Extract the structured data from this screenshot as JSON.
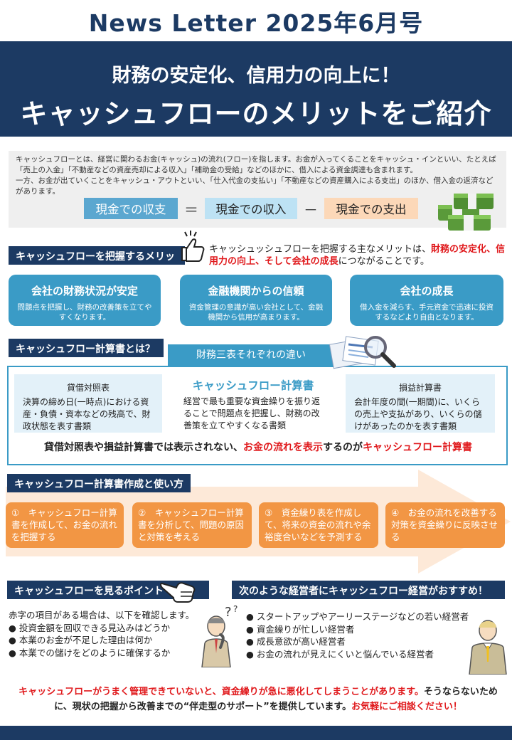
{
  "header": {
    "newsletter_title": "News Letter 2025年6月号",
    "hero_line1": "財務の安定化、信用力の向上に！",
    "hero_line2": "キャッシュフローのメリットをご紹介"
  },
  "intro": {
    "para1": "キャッシュフローとは、経営に関わるお金(キャッシュ)の流れ(フロー)を指します。お金が入ってくることをキャッシュ・インといい、たとえば「売上の入金」「不動産などの資産売却による収入」「補助金の受給」などのほかに、借入による資金調達も含まれます。",
    "para2": "一方、お金が出ていくことをキャッシュ・アウトといい、「仕入代金の支払い」「不動産などの資産購入による支出」のほか、借入金の返済などがあります。",
    "equation": {
      "cash_flow": "現金での収支",
      "equals": "＝",
      "income": "現金での収入",
      "minus": "－",
      "expense": "現金での支出"
    }
  },
  "merits": {
    "section_title": "キャッシュフローを把握するメリット",
    "lead_prefix": "キャッシュッシュフローを把握する主なメリットは、",
    "lead_highlight": "財務の安定化、信用力の向上、そして会社の成長",
    "lead_suffix": "につながることです。",
    "cards": [
      {
        "title": "会社の財務状況が安定",
        "body": "問題点を把握し、財務の改善策を立てやすくなります。"
      },
      {
        "title": "金融機関からの信頼",
        "body": "資金管理の意識が高い会社として、金融機関から信用が高まります。"
      },
      {
        "title": "会社の成長",
        "body": "借入金を減らす、手元資金で迅速に投資するなどより自由となります。"
      }
    ]
  },
  "statement": {
    "section_title": "キャッシュフロー計算書とは？",
    "three_label": "財務三表それぞれの違い",
    "balance_sheet": {
      "title": "貸借対照表",
      "body": "決算の締め日(一時点)における資産・負債・資本などの残高で、財政状態を表す書類"
    },
    "cash_flow": {
      "title": "キャッシュフロー計算書",
      "body": "経営で最も重要な資金繰りを振り返ることで問題点を把握し、財務の改善策を立てやすくなる書類"
    },
    "income_statement": {
      "title": "損益計算書",
      "body": "会計年度の間(一期間)に、いくらの売上や支払があり、いくらの儲けがあったのかを表す書類"
    },
    "summary_prefix": "貸借対照表や損益計算書では表示されない、",
    "summary_highlight1": "お金の流れを表示",
    "summary_mid": "するのが",
    "summary_highlight2": "キャッシュフロー計算書"
  },
  "usage": {
    "section_title": "キャッシュフロー計算書作成と使い方",
    "steps": [
      "①　キャッシュフロー計算書を作成して、お金の流れを把握する",
      "②　キャッシュフロー計算書を分析して、問題の原因と対策を考える",
      "③　資金繰り表を作成して、将来の資金の流れや余裕度合いなどを予測する",
      "④　お金の流れを改善する対策を資金繰りに反映させる"
    ]
  },
  "points": {
    "section_title": "キャッシュフローを見るポイント",
    "lead": "赤字の項目がある場合は、以下を確認します。",
    "items": [
      "● 投資金額を回収できる見込みはどうか",
      "● 本業のお金が不足した理由は何か",
      "● 本業での儲けをどのように確保するか"
    ]
  },
  "recommend": {
    "section_title": "次のような経営者にキャッシュフロー経営がおすすめ！",
    "items": [
      "● スタートアップやアーリーステージなどの若い経営者",
      "● 資金繰りが忙しい経営者",
      "● 成長意欲が高い経営者",
      "● お金の流れが見えにくいと悩んでいる経営者"
    ]
  },
  "closing": {
    "red_part": "キャッシュフローがうまく管理できていないと、資金繰りが急に悪化してしまうことがあります。",
    "black_part": "そうならないために、現状の把握から改善までの“伴走型のサポート”を提供しています。",
    "red_end": "お気軽にご相談ください！"
  },
  "colors": {
    "navy": "#1c3a63",
    "blue": "#3a9bc6",
    "orange": "#f29644",
    "red": "#e0191c"
  },
  "icons": [
    "money-stack-icon",
    "thumbs-up-icon",
    "magnifier-documents-icon",
    "pointing-hand-icon",
    "thinking-man-icon",
    "businessman-icon"
  ]
}
